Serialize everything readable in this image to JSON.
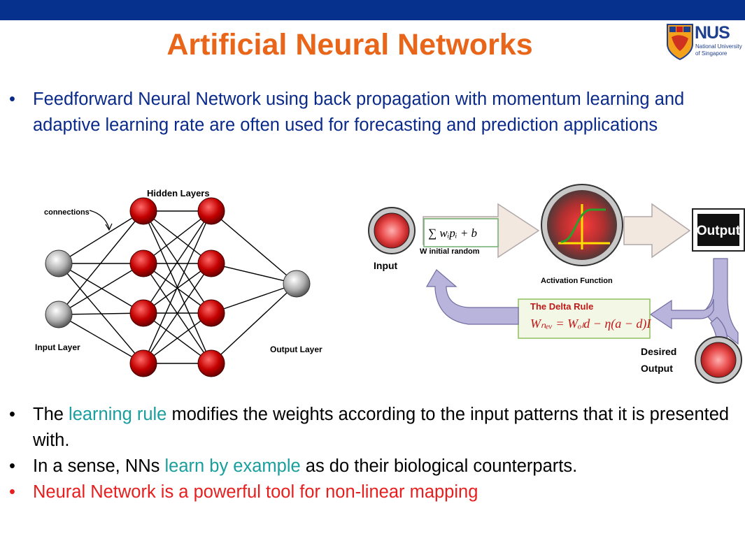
{
  "title": "Artificial Neural Networks",
  "logo": {
    "name": "NUS",
    "line1": "National University",
    "line2": "of Singapore"
  },
  "top_bullet": "Feedforward Neural Network using back propagation with momentum learning and adaptive learning rate are often used for forecasting and prediction applications",
  "diagram_left": {
    "hidden_layers_label": "Hidden Layers",
    "connections_label": "connections",
    "input_layer_label": "Input Layer",
    "output_layer_label": "Output Layer"
  },
  "diagram_right": {
    "input_label": "Input",
    "sum_formula": "∑ wᵢpᵢ + b",
    "w_initial_label": "W initial random",
    "activation_label": "Activation Function",
    "output_box_label": "Output",
    "delta_rule_title": "The Delta Rule",
    "delta_formula": "Wₙₑᵥ = Wₒₗd − η(a − d)I",
    "desired_label_1": "Desired",
    "desired_label_2": "Output"
  },
  "bottom_bullets": {
    "b1_pre": "The ",
    "b1_hl": "learning rule",
    "b1_post": " modifies the weights according to the input patterns that it is presented with.",
    "b2_pre": "In a sense, NNs ",
    "b2_hl": "learn by example",
    "b2_post": " as do their biological counterparts.",
    "b3": "Neural Network is a powerful tool for non-linear mapping"
  },
  "colors": {
    "top_bar": "#06318c",
    "title": "#e8651a",
    "bullet_blue": "#0a2a8a",
    "highlight_teal": "#1a9e9e",
    "emphasis_red": "#e81e1e"
  }
}
